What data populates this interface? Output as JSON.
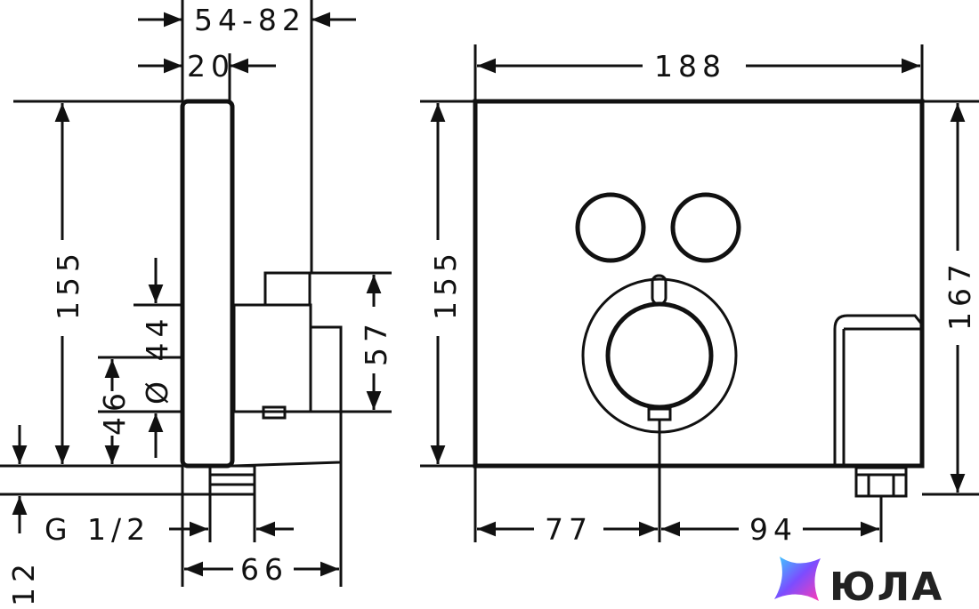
{
  "dimensions": {
    "top_range": "54-82",
    "top_20": "20",
    "left_height": "155",
    "diam_44": "Ø 44",
    "h_46": "46",
    "h_57": "57",
    "thread": "G 1/2",
    "depth_12": "12",
    "width_66": "66",
    "width_188": "188",
    "front_height": "155",
    "right_height": "167",
    "w_77": "77",
    "w_94": "94"
  },
  "logo": {
    "text": "ЮЛА",
    "colors": [
      "#3ad1ff",
      "#7b4dff",
      "#ff3db4"
    ]
  }
}
